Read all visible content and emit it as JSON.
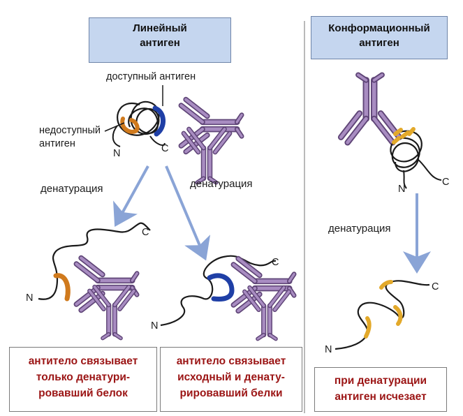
{
  "titles": {
    "linear": [
      "Линейный",
      "антиген"
    ],
    "conformational": [
      "Конформационный",
      "антиген"
    ]
  },
  "labels": {
    "accessible": "доступный антиген",
    "inaccessible": [
      "недоступный",
      "антиген"
    ],
    "denaturation": "денатурация",
    "n_terminus": "N",
    "c_terminus": "C"
  },
  "results": {
    "left": [
      "антитело связывает",
      "только денатури-",
      "ровавший белок"
    ],
    "middle": [
      "антитело связывает",
      "исходный и денату-",
      "рировавший белки"
    ],
    "right": [
      "при денатурации",
      "антиген исчезает"
    ]
  },
  "colors": {
    "antibody": "#8b6aa6",
    "antibody_outline": "#5f4577",
    "hidden_epitope": "#d07a1d",
    "exposed_epitope": "#1f3fa6",
    "conformational_epitope": "#e3a92a",
    "arrow": "#8aa4d6",
    "result_text": "#9b1515",
    "title_bg": "#c5d6ef"
  }
}
